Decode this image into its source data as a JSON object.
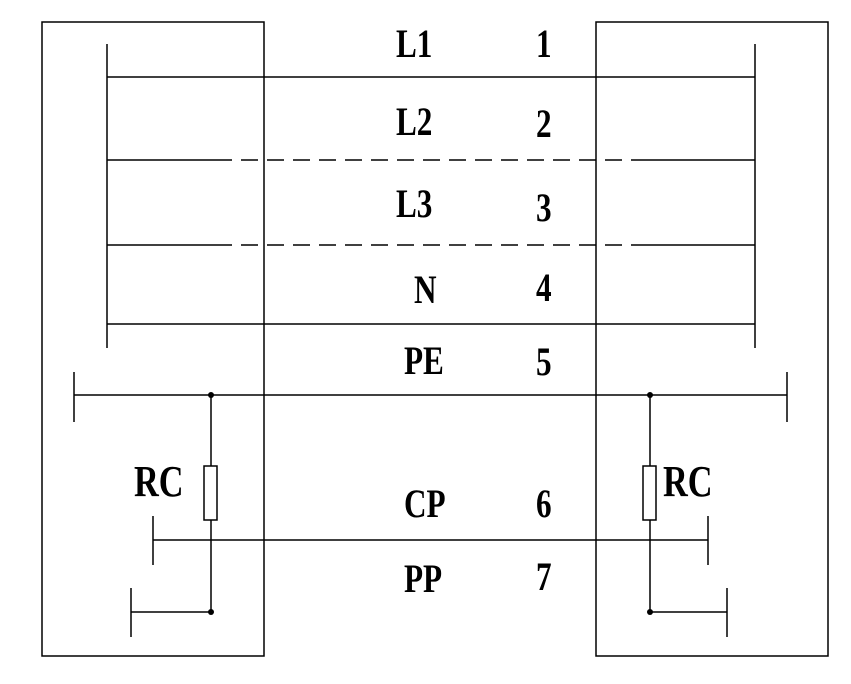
{
  "conductors": [
    {
      "pin": "L1",
      "number": "1"
    },
    {
      "pin": "L2",
      "number": "2"
    },
    {
      "pin": "L3",
      "number": "3"
    },
    {
      "pin": "N",
      "number": "4"
    },
    {
      "pin": "PE",
      "number": "5"
    },
    {
      "pin": "CP",
      "number": "6"
    },
    {
      "pin": "PP",
      "number": "7"
    }
  ],
  "resistor_left_label": "RC",
  "resistor_right_label": "RC",
  "colors": {
    "line": "#000000",
    "background": "#ffffff"
  }
}
